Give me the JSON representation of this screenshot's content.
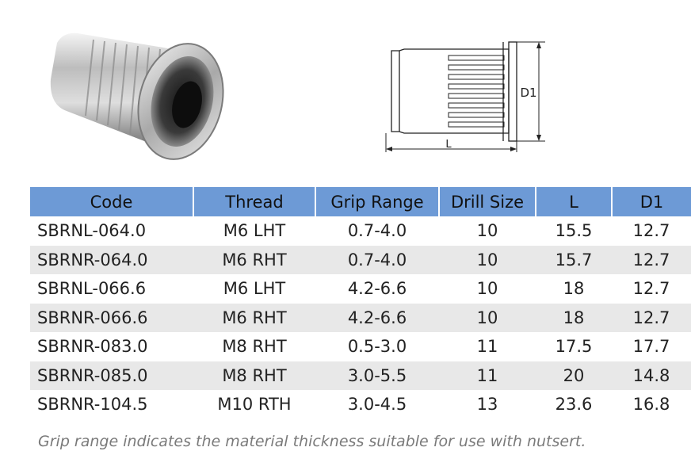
{
  "drawing": {
    "dim_d1": "D1",
    "dim_l": "L"
  },
  "table": {
    "headers": [
      "Code",
      "Thread",
      "Grip Range",
      "Drill Size",
      "L",
      "D1"
    ],
    "rows": [
      [
        "SBRNL-064.0",
        "M6 LHT",
        "0.7-4.0",
        "10",
        "15.5",
        "12.7"
      ],
      [
        "SBRNR-064.0",
        "M6 RHT",
        "0.7-4.0",
        "10",
        "15.7",
        "12.7"
      ],
      [
        "SBRNL-066.6",
        "M6 LHT",
        "4.2-6.6",
        "10",
        "18",
        "12.7"
      ],
      [
        "SBRNR-066.6",
        "M6 RHT",
        "4.2-6.6",
        "10",
        "18",
        "12.7"
      ],
      [
        "SBRNR-083.0",
        "M8 RHT",
        "0.5-3.0",
        "11",
        "17.5",
        "17.7"
      ],
      [
        "SBRNR-085.0",
        "M8 RHT",
        "3.0-5.5",
        "11",
        "20",
        "14.8"
      ],
      [
        "SBRNR-104.5",
        "M10 RTH",
        "3.0-4.5",
        "13",
        "23.6",
        "16.8"
      ]
    ]
  },
  "footnote": "Grip range indicates the material thickness suitable for use with nutsert.",
  "colors": {
    "header_bg": "#6d9ad6",
    "alt_row_bg": "#e8e8e8",
    "footnote": "#7a7a7a"
  }
}
